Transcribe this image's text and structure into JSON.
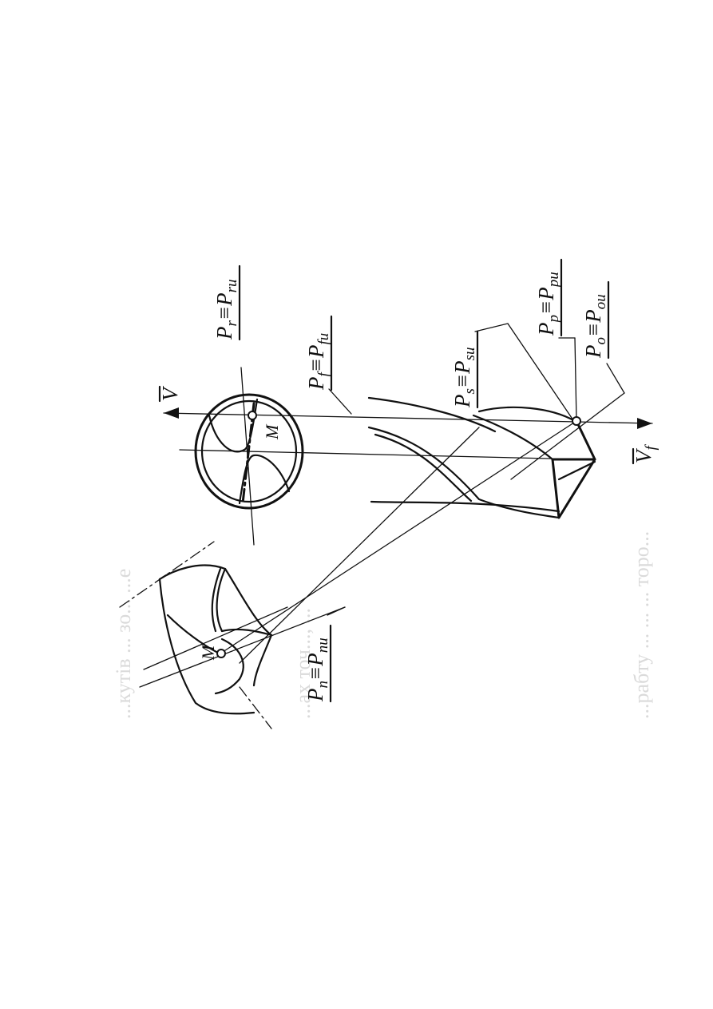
{
  "labels": {
    "pr": {
      "main": "P",
      "sub1": "r",
      "eq": "≡P",
      "sub2": "ru"
    },
    "pf": {
      "main": "P",
      "sub1": "f",
      "eq": "≡P",
      "sub2": "fu"
    },
    "ps": {
      "main": "P",
      "sub1": "s",
      "eq": "≡P",
      "sub2": "su"
    },
    "pp": {
      "main": "P",
      "sub1": "p",
      "eq": "≡P",
      "sub2": "pu"
    },
    "po": {
      "main": "P",
      "sub1": "o",
      "eq": "≡P",
      "sub2": "ou"
    },
    "pn": {
      "main": "P",
      "sub1": "n",
      "eq": "≡P",
      "sub2": "nu"
    },
    "v": "V",
    "vf": {
      "main": "V",
      "sub": "f"
    },
    "m_end": "M",
    "m_detail": "M"
  },
  "bleed_through": [
    "...кутів ... зо... ...е",
    "...ах точ..., ...",
    "...рабту ... ... ... торо..."
  ],
  "colors": {
    "ink": "#111111",
    "paper": "#ffffff",
    "bleed": "#bdbdbd"
  }
}
